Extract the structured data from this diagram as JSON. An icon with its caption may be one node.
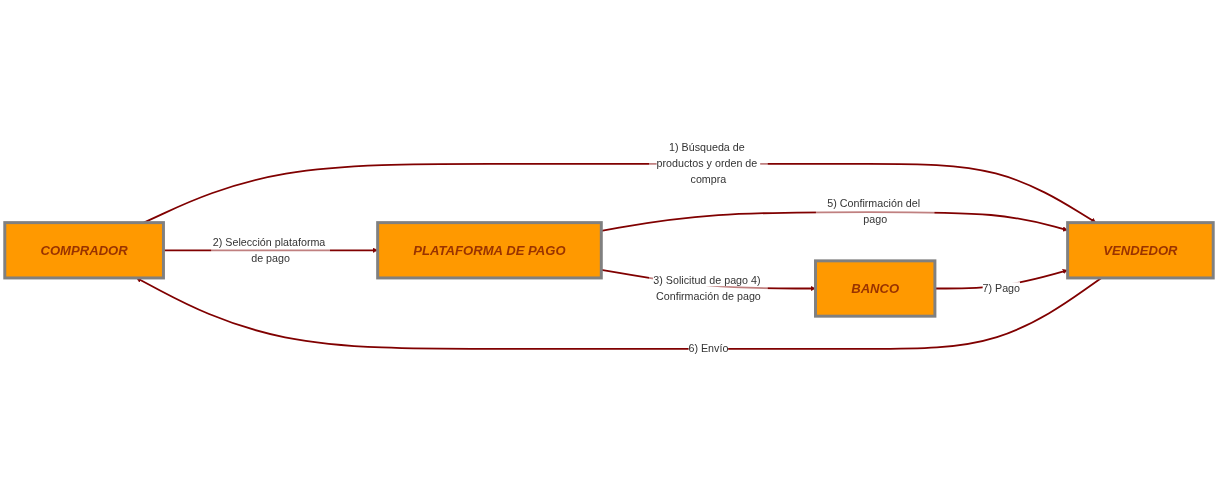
{
  "diagram": {
    "nodes": [
      {
        "text": [
          "COMPRADOR"
        ]
      },
      {
        "text": [
          "VENDEDOR"
        ]
      },
      {
        "text": [
          "PLATAFORMA DE PAGO"
        ]
      },
      {
        "text": [
          "BANCO"
        ]
      }
    ],
    "edges": [
      {
        "from": 0,
        "to": 1,
        "arrow": "to",
        "label": "1) Búsqueda de productos y orden de compra"
      },
      {
        "from": 1,
        "to": 0,
        "arrow": "to",
        "label": "6) Envío"
      },
      {
        "from": 0,
        "to": 2,
        "arrow": "to",
        "label": "2) Selección plataforma de pago"
      },
      {
        "from": 2,
        "to": 1,
        "arrow": "to",
        "label": "5) Confirmación del pago"
      },
      {
        "from": 2,
        "to": 3,
        "arrow": "to",
        "label": "3) Solicitud de pago 4) Confirmación de pago"
      },
      {
        "from": 3,
        "to": 1,
        "arrow": "to",
        "label": "7) Pago"
      }
    ]
  }
}
